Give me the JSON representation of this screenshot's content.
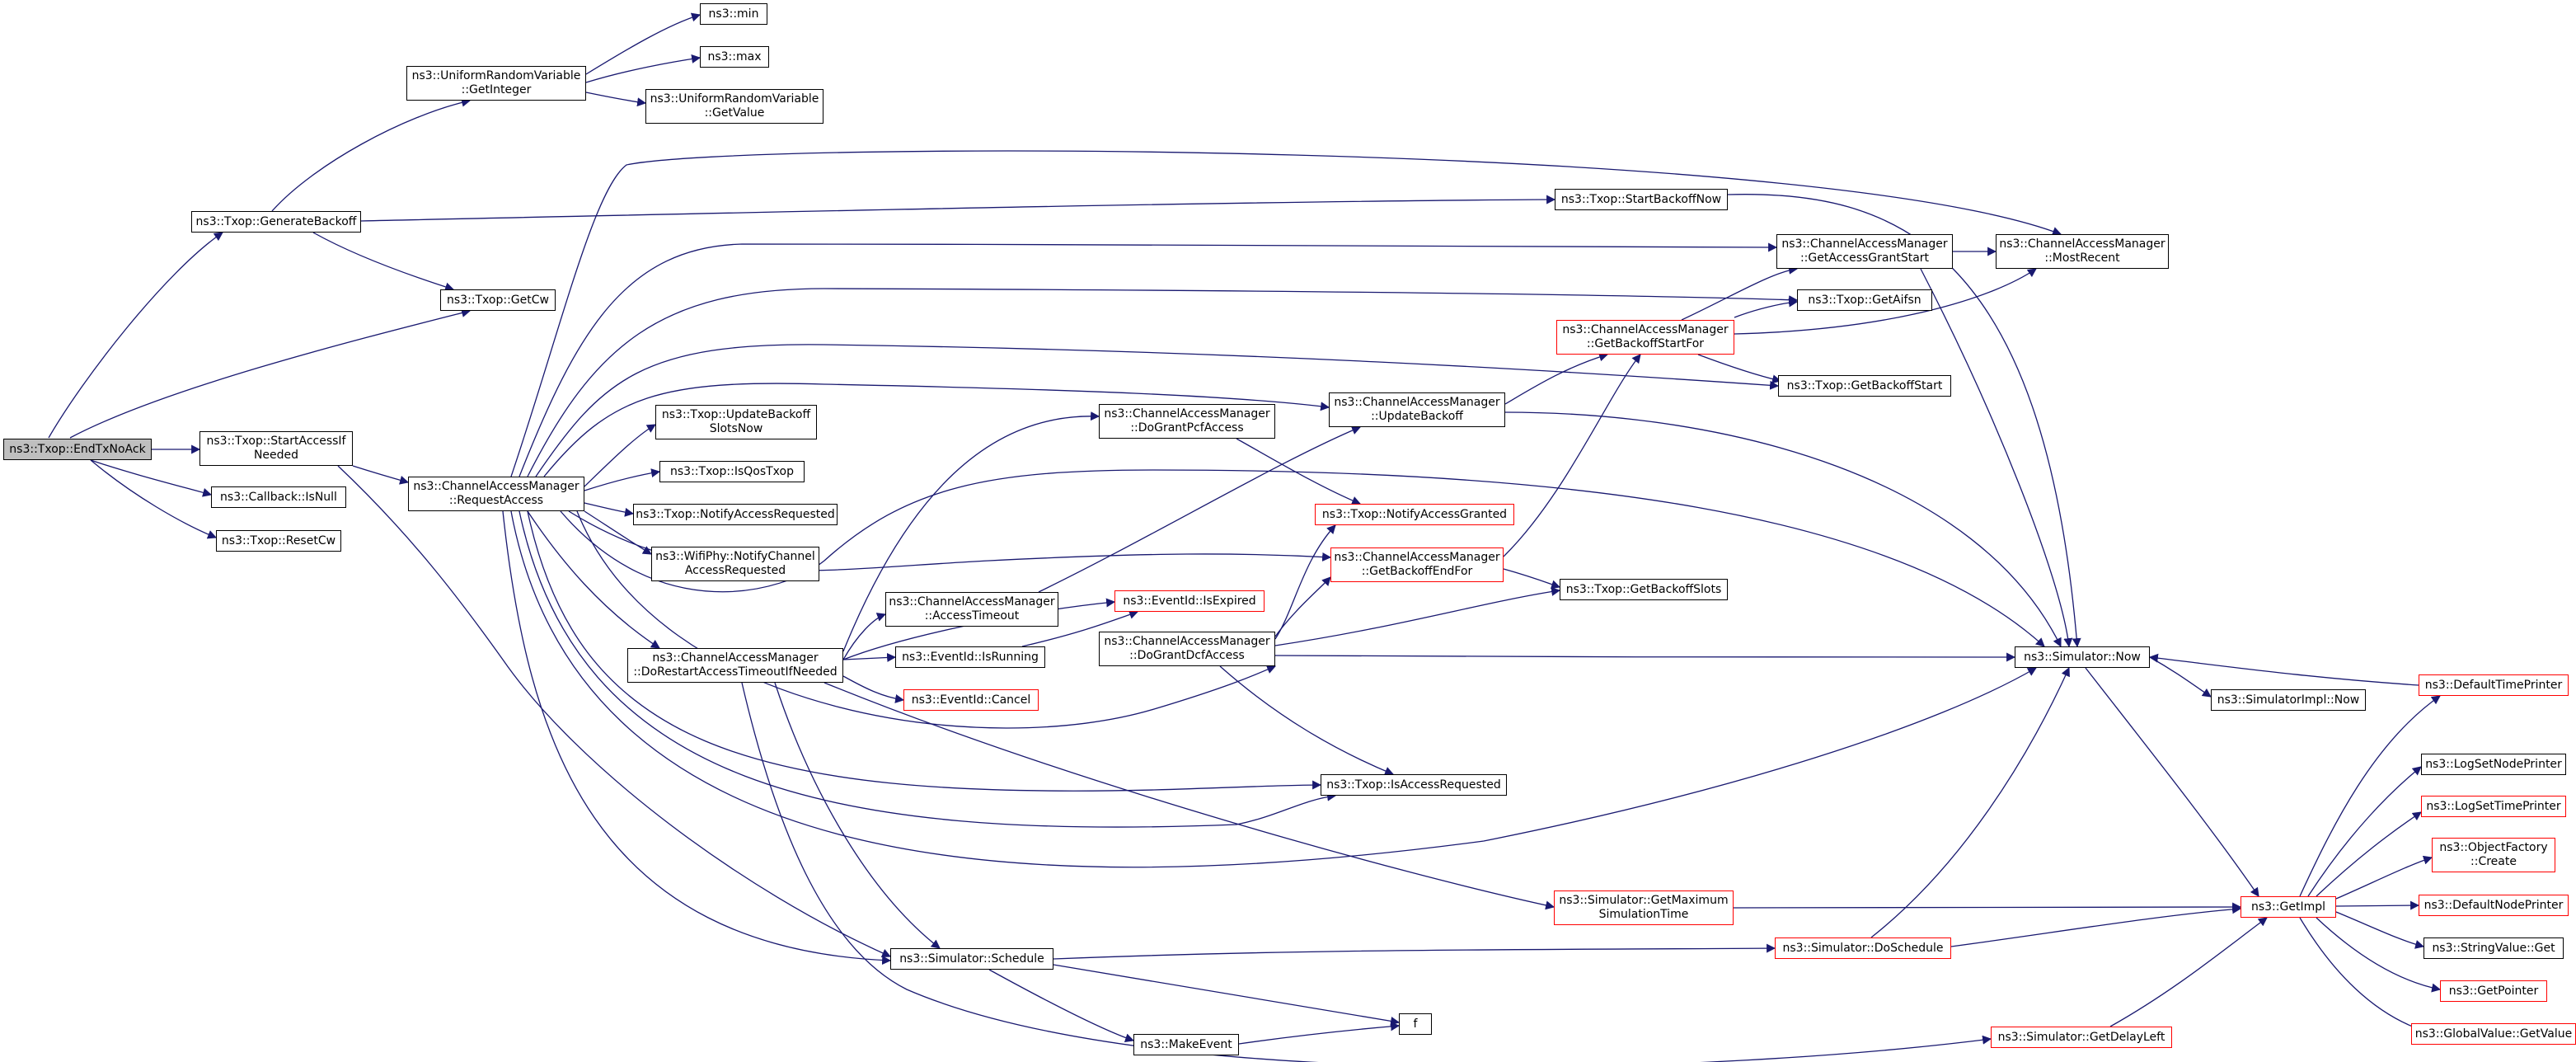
{
  "colors": {
    "edge": "#191970",
    "border": "#000000",
    "truncated_border": "#ff0000",
    "root_fill": "#bfbfbf"
  },
  "nodes": {
    "endTxNoAck": {
      "label": "ns3::Txop::EndTxNoAck"
    },
    "generateBackoff": {
      "label": "ns3::Txop::GenerateBackoff"
    },
    "getCw": {
      "label": "ns3::Txop::GetCw"
    },
    "startAccessIfNeeded": {
      "label": "ns3::Txop::StartAccessIf",
      "label2": "Needed"
    },
    "isNull": {
      "label": "ns3::Callback::IsNull"
    },
    "resetCw": {
      "label": "ns3::Txop::ResetCw"
    },
    "getInteger": {
      "label": "ns3::UniformRandomVariable",
      "label2": "::GetInteger"
    },
    "min": {
      "label": "ns3::min"
    },
    "max": {
      "label": "ns3::max"
    },
    "getValueURV": {
      "label": "ns3::UniformRandomVariable",
      "label2": "::GetValue"
    },
    "requestAccess": {
      "label": "ns3::ChannelAccessManager",
      "label2": "::RequestAccess"
    },
    "updateBackoffSlotsNow": {
      "label": "ns3::Txop::UpdateBackoff",
      "label2": "SlotsNow"
    },
    "isQosTxop": {
      "label": "ns3::Txop::IsQosTxop"
    },
    "notifyAccessRequested": {
      "label": "ns3::Txop::NotifyAccessRequested"
    },
    "notifyChannelAccessRequested": {
      "label": "ns3::WifiPhy::NotifyChannel",
      "label2": "AccessRequested"
    },
    "doRestart": {
      "label": "ns3::ChannelAccessManager",
      "label2": "::DoRestartAccessTimeoutIfNeeded"
    },
    "doGrantPcfAccess": {
      "label": "ns3::ChannelAccessManager",
      "label2": "::DoGrantPcfAccess"
    },
    "accessTimeout": {
      "label": "ns3::ChannelAccessManager",
      "label2": "::AccessTimeout"
    },
    "isExpired": {
      "label": "ns3::EventId::IsExpired"
    },
    "isRunning": {
      "label": "ns3::EventId::IsRunning"
    },
    "cancel": {
      "label": "ns3::EventId::Cancel"
    },
    "doGrantDcfAccess": {
      "label": "ns3::ChannelAccessManager",
      "label2": "::DoGrantDcfAccess"
    },
    "schedule": {
      "label": "ns3::Simulator::Schedule"
    },
    "makeEvent": {
      "label": "ns3::MakeEvent"
    },
    "f": {
      "label": "f"
    },
    "startBackoffNow": {
      "label": "ns3::Txop::StartBackoffNow"
    },
    "updateBackoff": {
      "label": "ns3::ChannelAccessManager",
      "label2": "::UpdateBackoff"
    },
    "notifyAccessGranted": {
      "label": "ns3::Txop::NotifyAccessGranted"
    },
    "getBackoffEndFor": {
      "label": "ns3::ChannelAccessManager",
      "label2": "::GetBackoffEndFor"
    },
    "getBackoffStartFor": {
      "label": "ns3::ChannelAccessManager",
      "label2": "::GetBackoffStartFor"
    },
    "getAccessGrantStart": {
      "label": "ns3::ChannelAccessManager",
      "label2": "::GetAccessGrantStart"
    },
    "mostRecent": {
      "label": "ns3::ChannelAccessManager",
      "label2": "::MostRecent"
    },
    "getAifsn": {
      "label": "ns3::Txop::GetAifsn"
    },
    "getBackoffStart": {
      "label": "ns3::Txop::GetBackoffStart"
    },
    "getBackoffSlots": {
      "label": "ns3::Txop::GetBackoffSlots"
    },
    "isAccessRequested": {
      "label": "ns3::Txop::IsAccessRequested"
    },
    "getMaximumSimulationTime": {
      "label": "ns3::Simulator::GetMaximum",
      "label2": "SimulationTime"
    },
    "doSchedule": {
      "label": "ns3::Simulator::DoSchedule"
    },
    "getDelayLeft": {
      "label": "ns3::Simulator::GetDelayLeft"
    },
    "now": {
      "label": "ns3::Simulator::Now"
    },
    "simImplNow": {
      "label": "ns3::SimulatorImpl::Now"
    },
    "defaultTimePrinter": {
      "label": "ns3::DefaultTimePrinter"
    },
    "getImpl": {
      "label": "ns3::GetImpl"
    },
    "logSetNodePrinter": {
      "label": "ns3::LogSetNodePrinter"
    },
    "logSetTimePrinter": {
      "label": "ns3::LogSetTimePrinter"
    },
    "objectFactoryCreate": {
      "label": "ns3::ObjectFactory",
      "label2": "::Create"
    },
    "defaultNodePrinter": {
      "label": "ns3::DefaultNodePrinter"
    },
    "stringValueGet": {
      "label": "ns3::StringValue::Get"
    },
    "getPointer": {
      "label": "ns3::GetPointer"
    },
    "globalValueGetValue": {
      "label": "ns3::GlobalValue::GetValue"
    }
  }
}
